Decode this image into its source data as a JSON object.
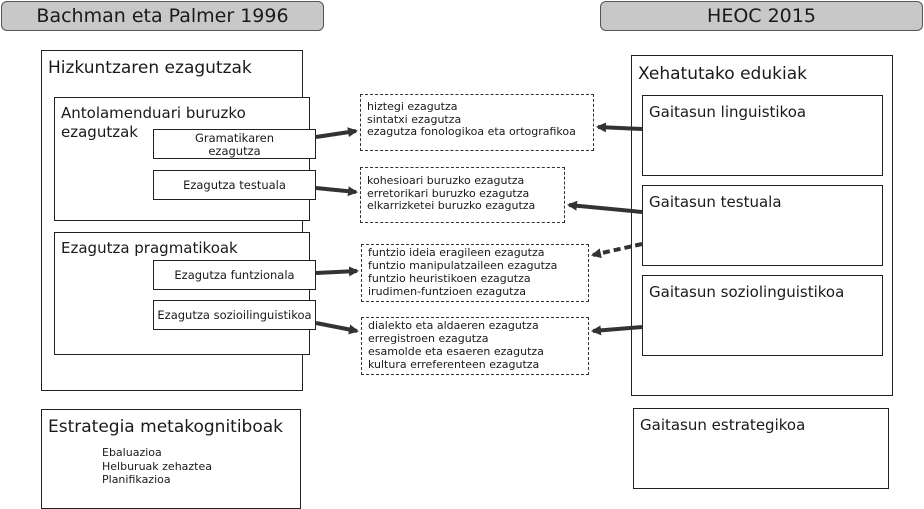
{
  "left_header": "Bachman eta Palmer 1996",
  "right_header": "HEOC 2015",
  "hizkuntza": {
    "title": "Hizkuntzaren ezagutzak",
    "antolamendu": {
      "title_line1": "Antolamenduari buruzko",
      "title_line2": "ezagutzak",
      "gramatika_line1": "Gramatikaren",
      "gramatika_line2": "ezagutza",
      "testuala": "Ezagutza testuala"
    },
    "pragmatiko": {
      "title": "Ezagutza pragmatikoak",
      "funtzionala": "Ezagutza funtzionala",
      "soziolinguistikoa": "Ezagutza sozioilinguistikoa"
    }
  },
  "estrategia": {
    "title": "Estrategia metakognitiboak",
    "items": [
      "Ebaluazioa",
      "Helburuak zehaztea",
      "Planifikazioa"
    ]
  },
  "detail_boxes": {
    "gramatika": [
      "hiztegi ezagutza",
      "sintatxi ezagutza",
      "ezagutza fonologikoa eta ortografikoa"
    ],
    "testuala": [
      "kohesioari buruzko ezagutza",
      "erretorikari buruzko ezagutza",
      "elkarrizketei buruzko ezagutza"
    ],
    "funtzionala": [
      "funtzio ideia eragileen ezagutza",
      "funtzio manipulatzaileen ezagutza",
      "funtzio heuristikoen ezagutza",
      "irudimen-funtzioen ezagutza"
    ],
    "soziolinguistikoa": [
      "dialekto eta aldaeren ezagutza",
      "erregistroen ezagutza",
      "esamolde eta esaeren ezagutza",
      "kultura erreferenteen ezagutza"
    ]
  },
  "xehatutako": {
    "title": "Xehatutako edukiak",
    "linguistikoa": "Gaitasun linguistikoa",
    "testuala": "Gaitasun testuala",
    "soziolinguistikoa": "Gaitasun soziolinguistikoa"
  },
  "estrategikoa": "Gaitasun estrategikoa",
  "colors": {
    "header_bg": "#c8c8c8",
    "arrow": "#333333"
  }
}
